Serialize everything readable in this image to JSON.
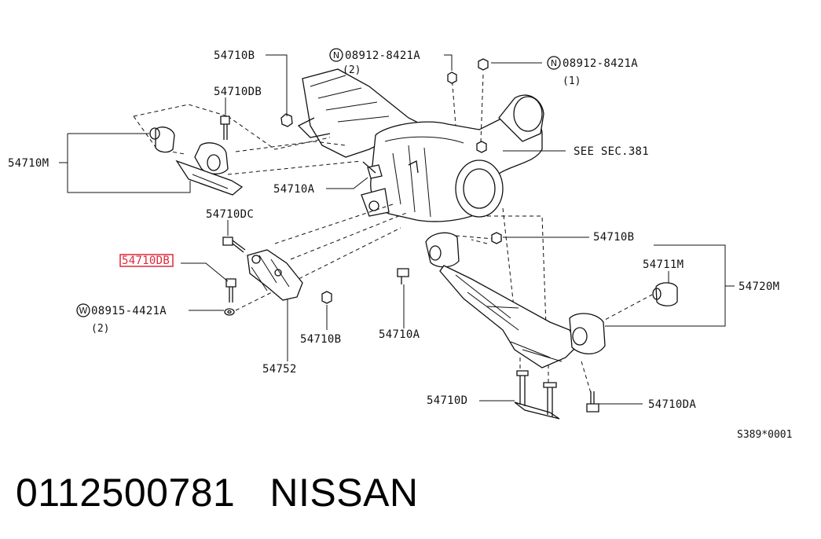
{
  "labels": {
    "b_top": "54710B",
    "db_top": "54710DB",
    "m": "54710M",
    "a_mid": "54710A",
    "dc": "54710DC",
    "db_hl": "54710DB",
    "w_bolt": "08915-4421A",
    "w_qty": "(2)",
    "b_lower": "54710B",
    "n752": "54752",
    "a_lower": "54710A",
    "n1": "08912-8421A",
    "n1_qty": "(2)",
    "n2": "08912-8421A",
    "n2_qty": "(1)",
    "see_sec": "SEE SEC.381",
    "b_right": "54710B",
    "m711": "54711M",
    "m720": "54720M",
    "d": "54710D",
    "da": "54710DA",
    "ref": "S389*0001"
  },
  "circle_letters": {
    "n1": "N",
    "n2": "N",
    "w": "W"
  },
  "highlight_color": "#e0283a",
  "footer": {
    "part_number": "0112500781",
    "brand": "NISSAN"
  }
}
